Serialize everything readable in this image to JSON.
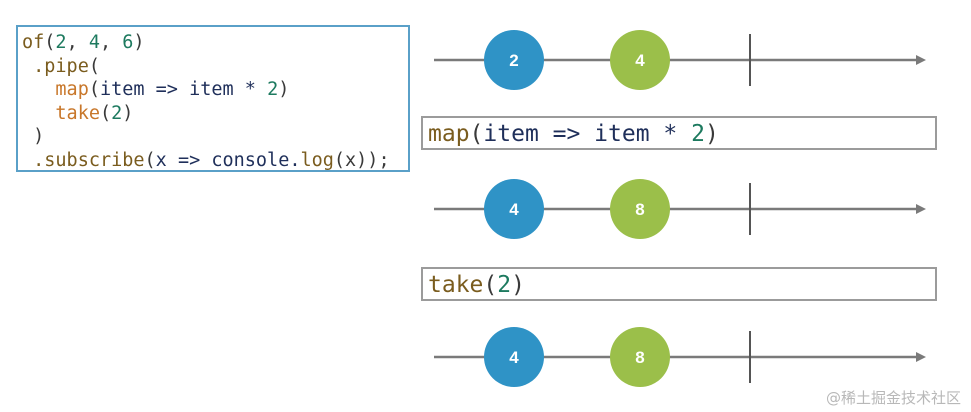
{
  "code": {
    "line1": {
      "fn": "of",
      "open": "(",
      "a": "2",
      "sep1": ", ",
      "b": "4",
      "sep2": ", ",
      "c": "6",
      "close": ")"
    },
    "line2": {
      "indent": " ",
      "text": ".pipe",
      "open": "("
    },
    "line3": {
      "indent": "   ",
      "fn": "map",
      "open": "(",
      "arg": "item => item * ",
      "num": "2",
      "close": ")"
    },
    "line4": {
      "indent": "   ",
      "fn": "take",
      "open": "(",
      "num": "2",
      "close": ")"
    },
    "line5": {
      "text": " )"
    },
    "line6": {
      "indent": " ",
      "fn": ".subscribe",
      "open": "(",
      "arg": "x => console.",
      "fn2": "log",
      "rest": "(x));"
    }
  },
  "operators": {
    "map": {
      "fn": "map",
      "open": "(",
      "arg": "item => item * ",
      "num": "2",
      "close": ")"
    },
    "take": {
      "fn": "take",
      "open": "(",
      "num": "2",
      "close": ")"
    }
  },
  "timelines": [
    {
      "marbles": [
        {
          "label": "2",
          "color": "#2f93c6"
        },
        {
          "label": "4",
          "color": "#9bbf4a"
        }
      ]
    },
    {
      "marbles": [
        {
          "label": "4",
          "color": "#2f93c6"
        },
        {
          "label": "8",
          "color": "#9bbf4a"
        }
      ]
    },
    {
      "marbles": [
        {
          "label": "4",
          "color": "#2f93c6"
        },
        {
          "label": "8",
          "color": "#9bbf4a"
        }
      ]
    }
  ],
  "colors": {
    "line": "#7a7a7a",
    "blue_marble": "#2f93c6",
    "green_marble": "#9bbf4a",
    "code_border": "#5aa0c8",
    "op_border": "#9b9b9b"
  },
  "watermark": "@稀土掘金技术社区"
}
